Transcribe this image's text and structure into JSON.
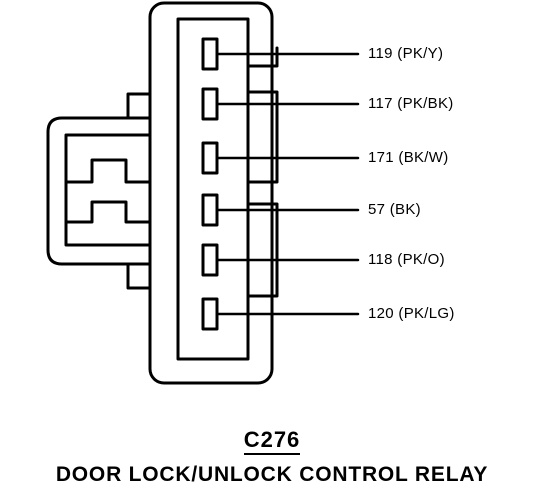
{
  "connector": {
    "id": "C276",
    "description": "DOOR LOCK/UNLOCK CONTROL RELAY"
  },
  "pins": [
    {
      "label": "119 (PK/Y)"
    },
    {
      "label": "117 (PK/BK)"
    },
    {
      "label": "171 (BK/W)"
    },
    {
      "label": "57 (BK)"
    },
    {
      "label": "118 (PK/O)"
    },
    {
      "label": "120 (PK/LG)"
    }
  ]
}
